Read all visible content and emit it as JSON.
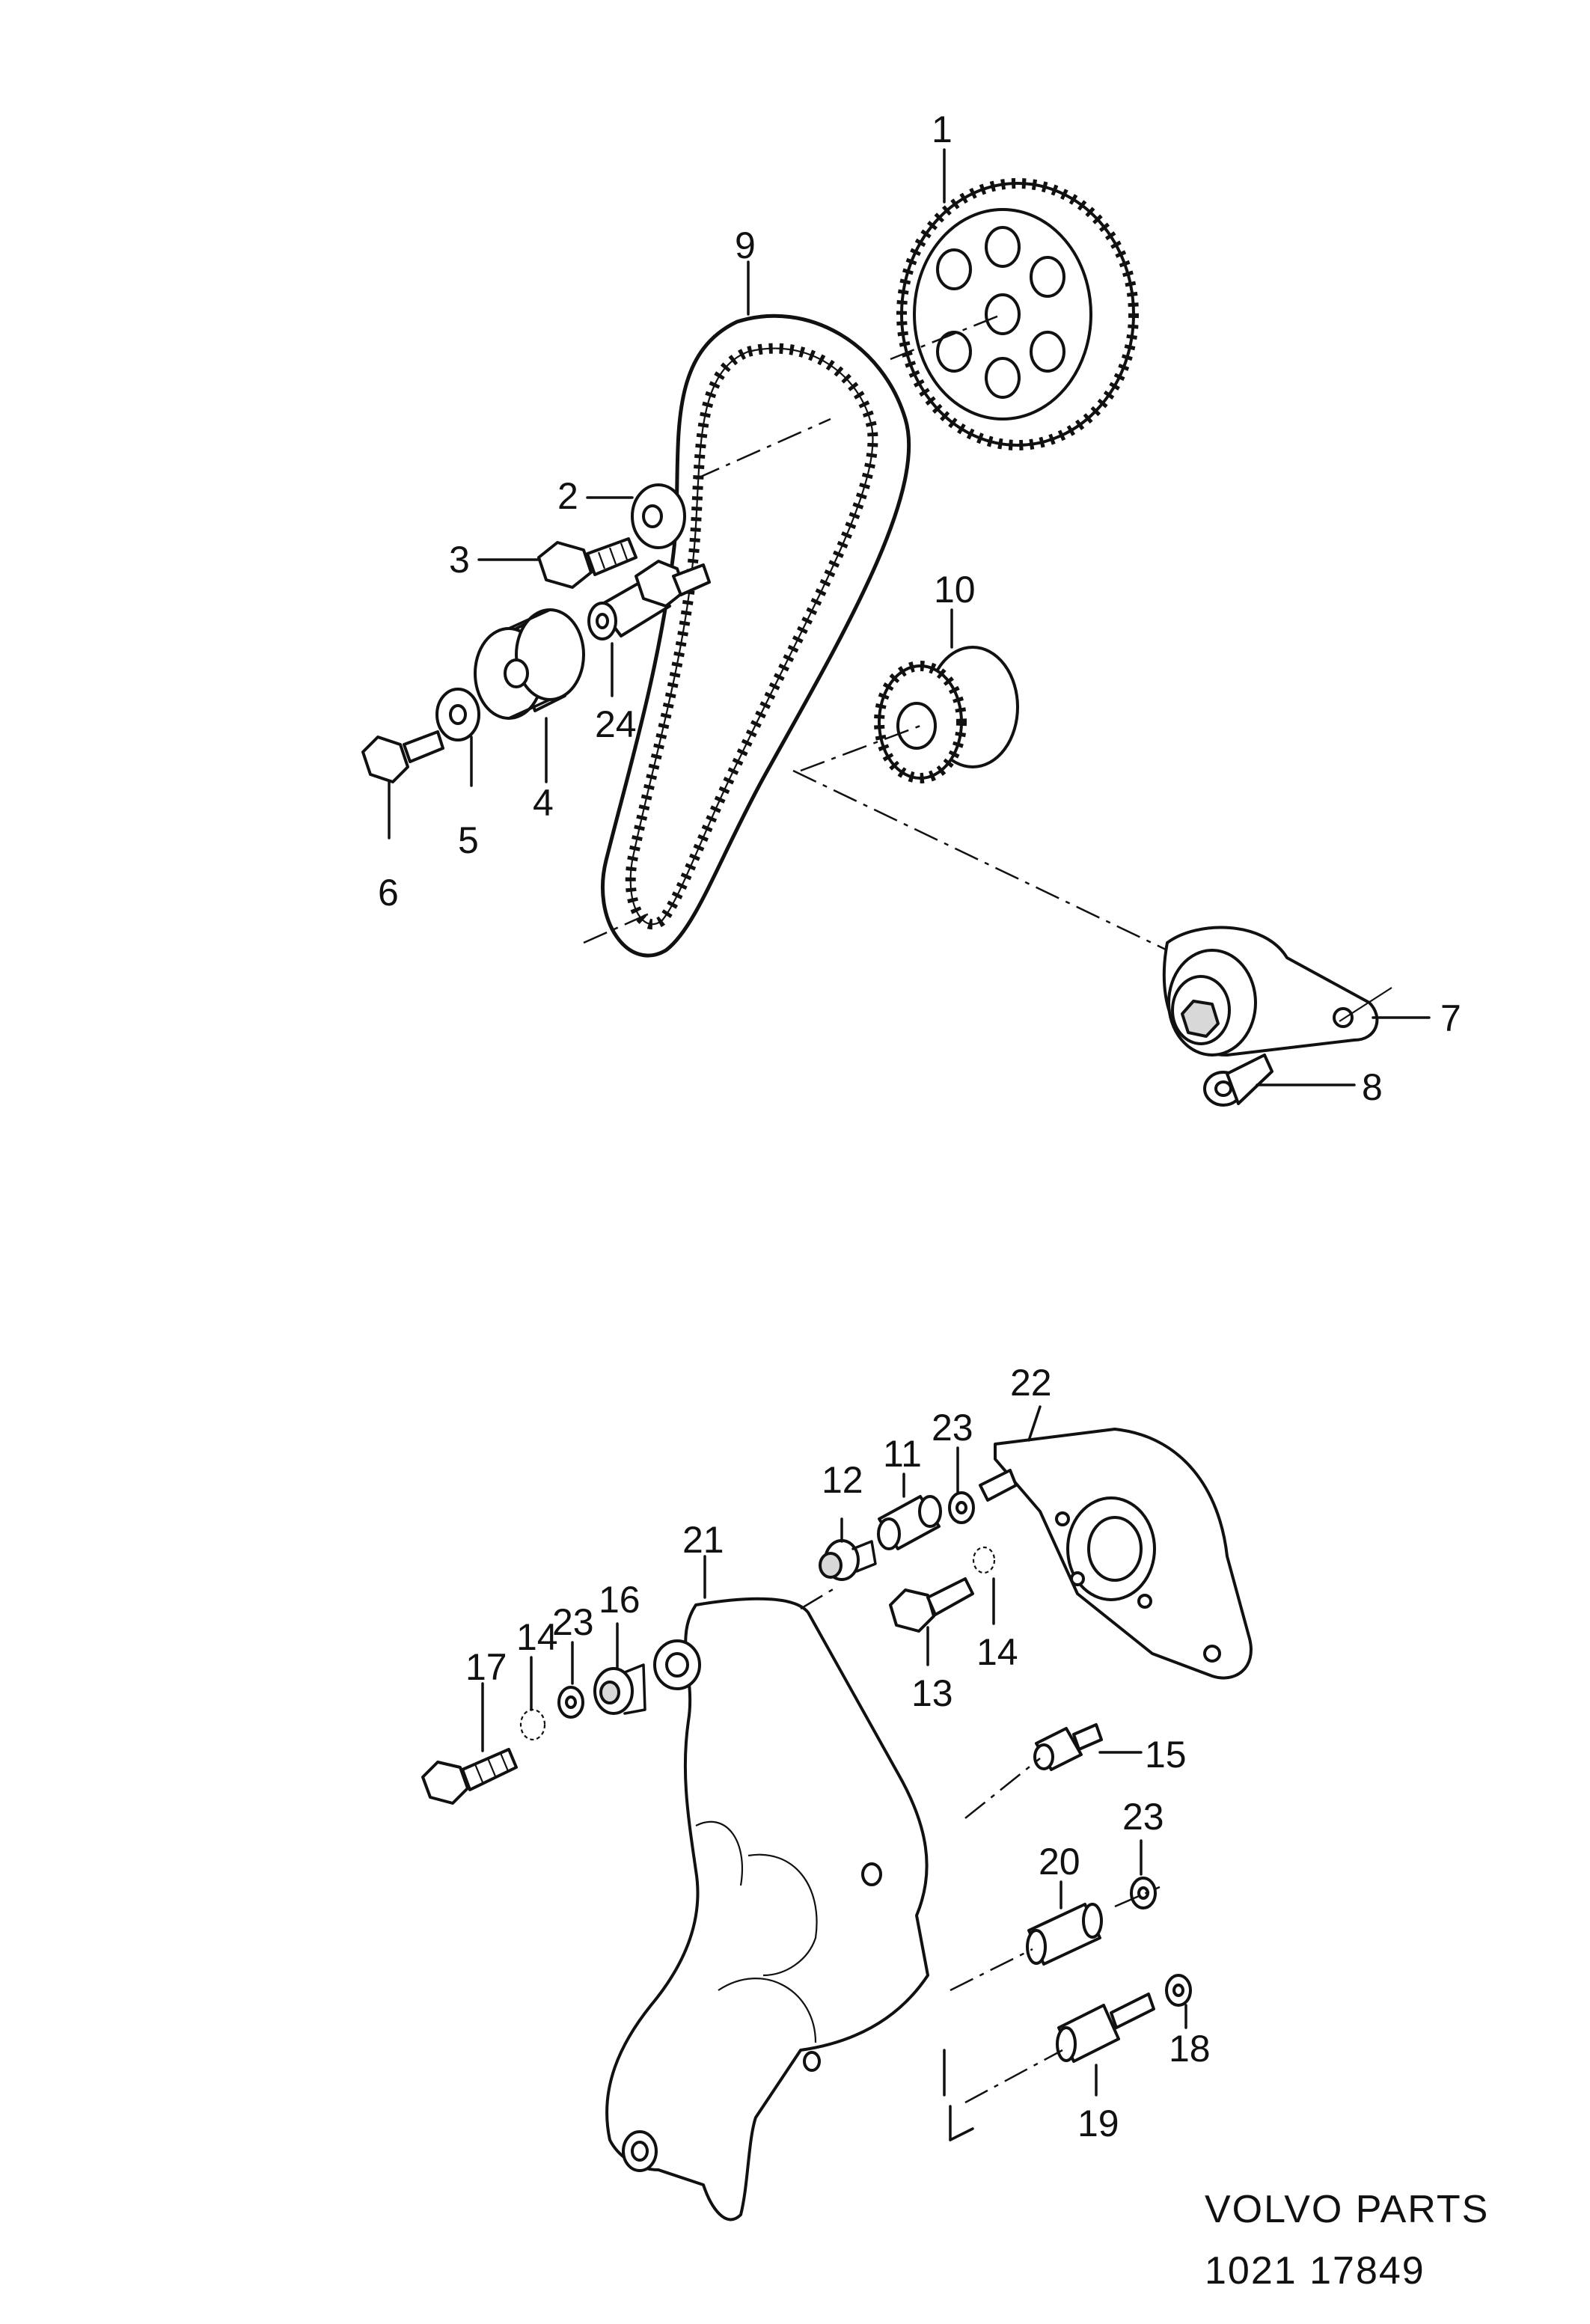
{
  "callouts": {
    "c1": "1",
    "c2": "2",
    "c3": "3",
    "c4": "4",
    "c5": "5",
    "c6": "6",
    "c7": "7",
    "c8": "8",
    "c9": "9",
    "c10": "10",
    "c11": "11",
    "c12": "12",
    "c13": "13",
    "c14a": "14",
    "c14b": "14",
    "c15": "15",
    "c16": "16",
    "c17": "17",
    "c18": "18",
    "c19": "19",
    "c20": "20",
    "c21": "21",
    "c22": "22",
    "c23a": "23",
    "c23b": "23",
    "c23c": "23",
    "c24": "24"
  },
  "footer": {
    "brand": "VOLVO  PARTS",
    "code": "1021   17849"
  }
}
